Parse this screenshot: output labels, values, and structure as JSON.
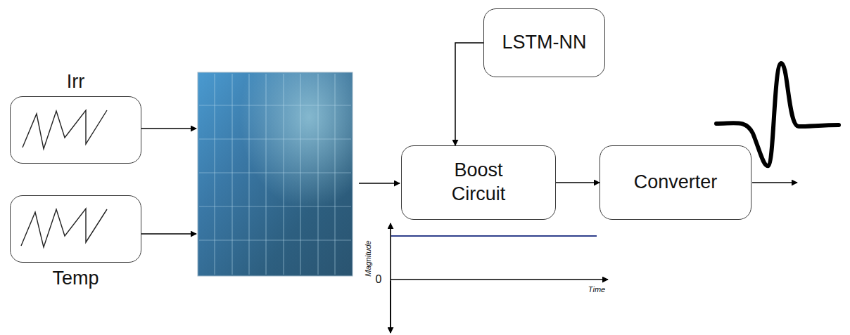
{
  "diagram": {
    "nodes": [
      {
        "text": [
          "Irr"
        ]
      },
      {
        "text": [
          "Temp"
        ]
      },
      {
        "text": [
          "LSTM-NN"
        ]
      },
      {
        "text": [
          "Boost Circuit"
        ]
      },
      {
        "text": [
          "Converter"
        ]
      }
    ],
    "edges": [
      {
        "from": 2,
        "to": 3,
        "arrow": "to"
      },
      {
        "from": 3,
        "to": 4,
        "arrow": "to"
      }
    ],
    "labels": [
      "Magnitude",
      "0",
      "Time"
    ]
  }
}
